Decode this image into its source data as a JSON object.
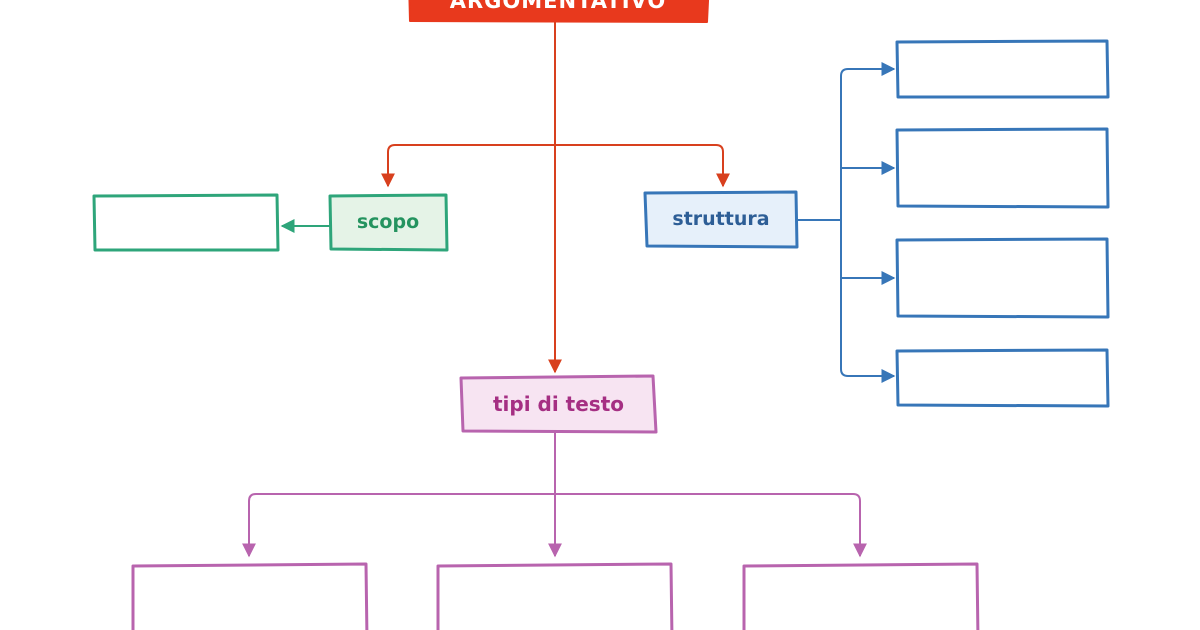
{
  "colors": {
    "title_fill": "#e8391d",
    "title_arrows": "#d8401e",
    "scopo_border": "#2ea57a",
    "scopo_fill": "#e5f3e7",
    "scopo_text": "#24935f",
    "struttura_border": "#3776b8",
    "struttura_fill": "#e6f0fa",
    "struttura_text": "#2d5e96",
    "tipi_border": "#b864ae",
    "tipi_fill": "#f7e4f2",
    "tipi_text": "#a52f83"
  },
  "nodes": {
    "title": "ARGOMENTATIVO",
    "scopo": "scopo",
    "struttura": "struttura",
    "tipi": "tipi di testo"
  },
  "empty_boxes": {
    "scopo_targets": 1,
    "struttura_targets": 4,
    "tipi_targets": 3
  }
}
